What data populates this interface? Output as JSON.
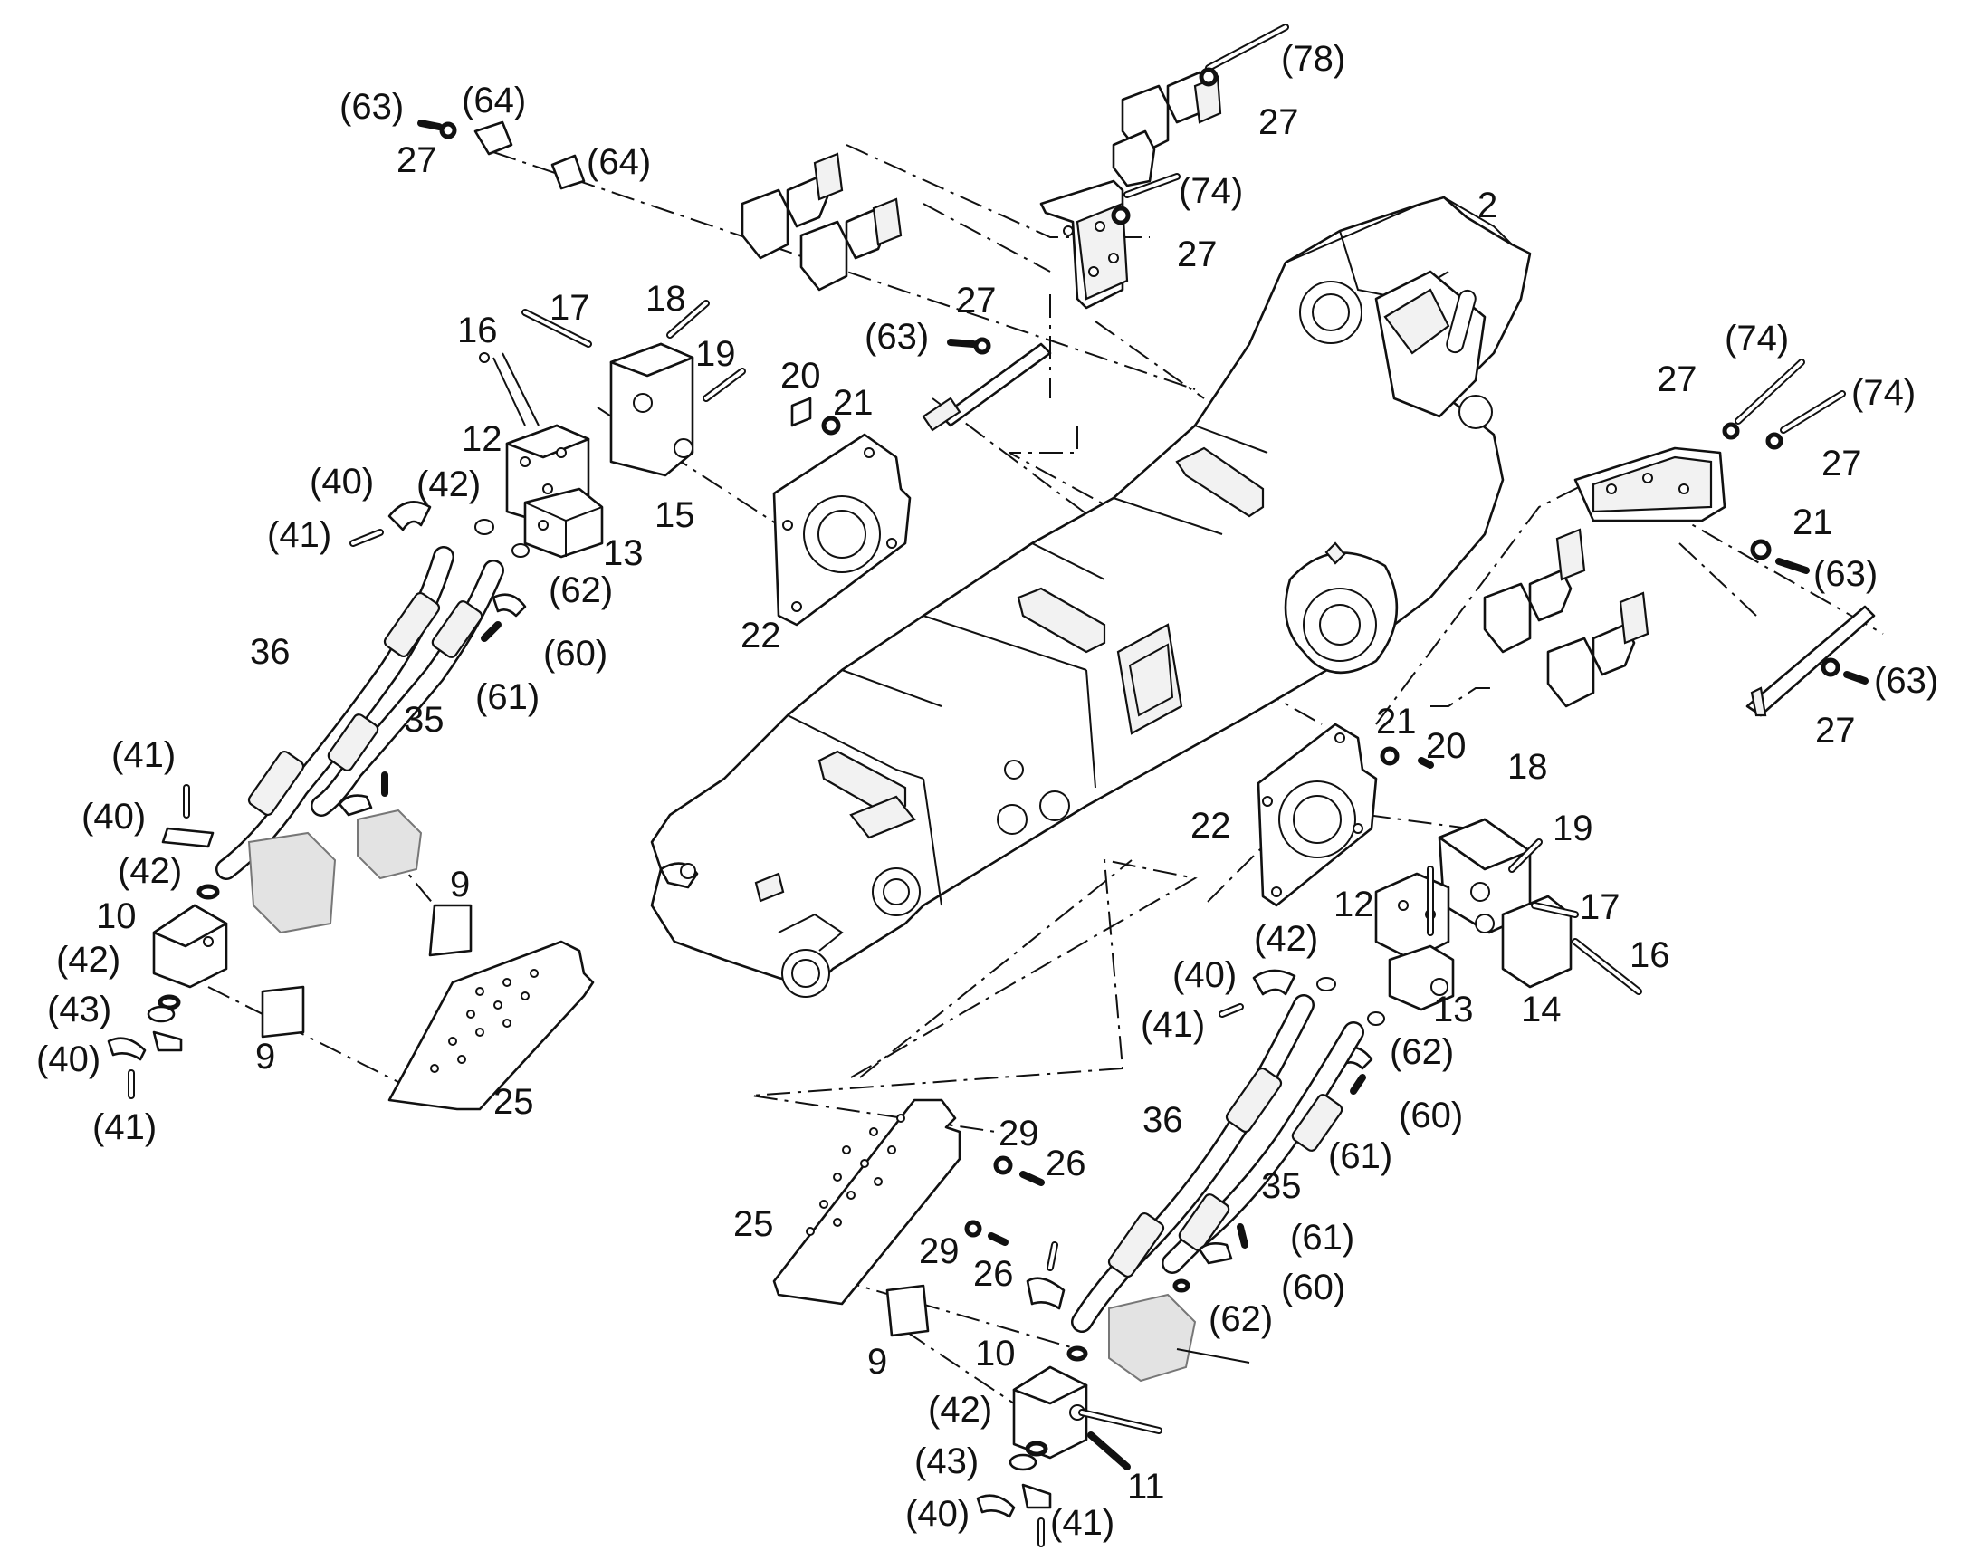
{
  "labels": {
    "l_2": "2",
    "l_78": "(78)",
    "l_27_a": "27",
    "l_74_a": "(74)",
    "l_27_b": "27",
    "l_63_a": "(63)",
    "l_64_a": "(64)",
    "l_27_c": "27",
    "l_64_b": "(64)",
    "l_27_d": "27",
    "l_63_b": "(63)",
    "l_17_a": "17",
    "l_18_a": "18",
    "l_16_a": "16",
    "l_19_a": "19",
    "l_12_a": "12",
    "l_20_a": "20",
    "l_21_a": "21",
    "l_15": "15",
    "l_40_a": "(40)",
    "l_42_a": "(42)",
    "l_41_a": "(41)",
    "l_13_a": "13",
    "l_62_a": "(62)",
    "l_22_a": "22",
    "l_36_a": "36",
    "l_60_a": "(60)",
    "l_61_a": "(61)",
    "l_35_a": "35",
    "l_41_b": "(41)",
    "l_40_b": "(40)",
    "l_42_b": "(42)",
    "l_10_a": "10",
    "l_9_a": "9",
    "l_42_c": "(42)",
    "l_43_a": "(43)",
    "l_40_c": "(40)",
    "l_9_b": "9",
    "l_41_c": "(41)",
    "l_25_a": "25",
    "l_27_e": "27",
    "l_74_b": "(74)",
    "l_74_c": "(74)",
    "l_27_f": "27",
    "l_21_b": "21",
    "l_63_c": "(63)",
    "l_63_d": "(63)",
    "l_27_g": "27",
    "l_21_c": "21",
    "l_20_b": "20",
    "l_22_b": "22",
    "l_18_b": "18",
    "l_19_b": "19",
    "l_12_b": "12",
    "l_17_b": "17",
    "l_16_b": "16",
    "l_42_d": "(42)",
    "l_40_d": "(40)",
    "l_41_d": "(41)",
    "l_13_b": "13",
    "l_14": "14",
    "l_62_b": "(62)",
    "l_60_b": "(60)",
    "l_36_b": "36",
    "l_61_b": "(61)",
    "l_35_b": "35",
    "l_29_a": "29",
    "l_26_a": "26",
    "l_25_b": "25",
    "l_29_b": "29",
    "l_26_b": "26",
    "l_61_c": "(61)",
    "l_60_c": "(60)",
    "l_62_c": "(62)",
    "l_9_c": "9",
    "l_10_b": "10",
    "l_42_e": "(42)",
    "l_11": "11",
    "l_43_b": "(43)",
    "l_40_e": "(40)",
    "l_41_e": "(41)"
  }
}
